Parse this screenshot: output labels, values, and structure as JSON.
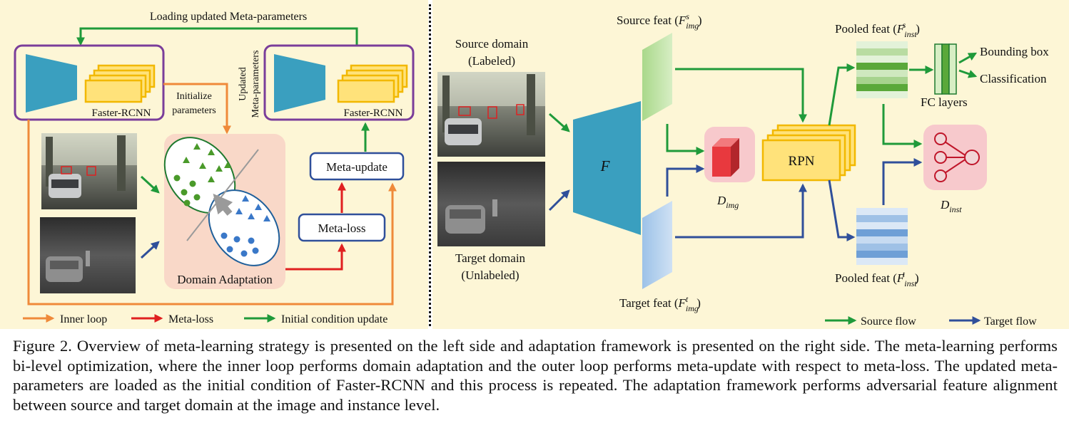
{
  "left": {
    "loading_label": "Loading updated Meta-parameters",
    "faster_rcnn_left": "Faster-RCNN",
    "faster_rcnn_right": "Faster-RCNN",
    "updated_meta_line1": "Updated",
    "updated_meta_line2": "Meta-parameters",
    "initialize_line1": "Initialize",
    "initialize_line2": "parameters",
    "domain_adaptation": "Domain Adaptation",
    "meta_update": "Meta-update",
    "meta_loss": "Meta-loss",
    "legend": {
      "inner_loop": "Inner loop",
      "meta_loss": "Meta-loss",
      "initial_condition": "Initial condition update"
    }
  },
  "right": {
    "source_domain_line1": "Source domain",
    "source_domain_line2": "(Labeled)",
    "target_domain_line1": "Target domain",
    "target_domain_line2": "(Unlabeled)",
    "source_feat": "Source feat",
    "target_feat": "Target feat",
    "pooled_feat": "Pooled feat",
    "f_symbol": "F",
    "d_img_base": "D",
    "d_img_sub": "img",
    "d_inst_base": "D",
    "d_inst_sub": "inst",
    "rpn": "RPN",
    "bounding_box": "Bounding box",
    "classification": "Classification",
    "fc_layers": "FC layers",
    "sup_s": "s",
    "sup_t": "t",
    "sub_img": "img",
    "sub_inst": "inst",
    "legend": {
      "source_flow": "Source flow",
      "target_flow": "Target flow"
    }
  },
  "caption": {
    "text": "Figure 2. Overview of meta-learning strategy is presented on the left side and adaptation framework is presented on the right side. The meta-learning performs bi-level optimization, where the inner loop performs domain adaptation and the outer loop performs meta-update with respect to meta-loss. The updated meta-parameters are loaded as the initial condition of Faster-RCNN and this process is repeated. The adaptation framework performs adversarial feature alignment between source and target domain at the image and instance level."
  },
  "colors": {
    "background": "#fdf6d6",
    "green_arrow": "#1f9a3a",
    "orange_arrow": "#ef8a3a",
    "red_arrow": "#e02020",
    "blue_arrow": "#2f4f9a",
    "network_teal": "#3a9fbf",
    "purple_box": "#7a3d9a",
    "yellow_box": "#ffe27a",
    "pink_box": "#f7c9cc"
  }
}
